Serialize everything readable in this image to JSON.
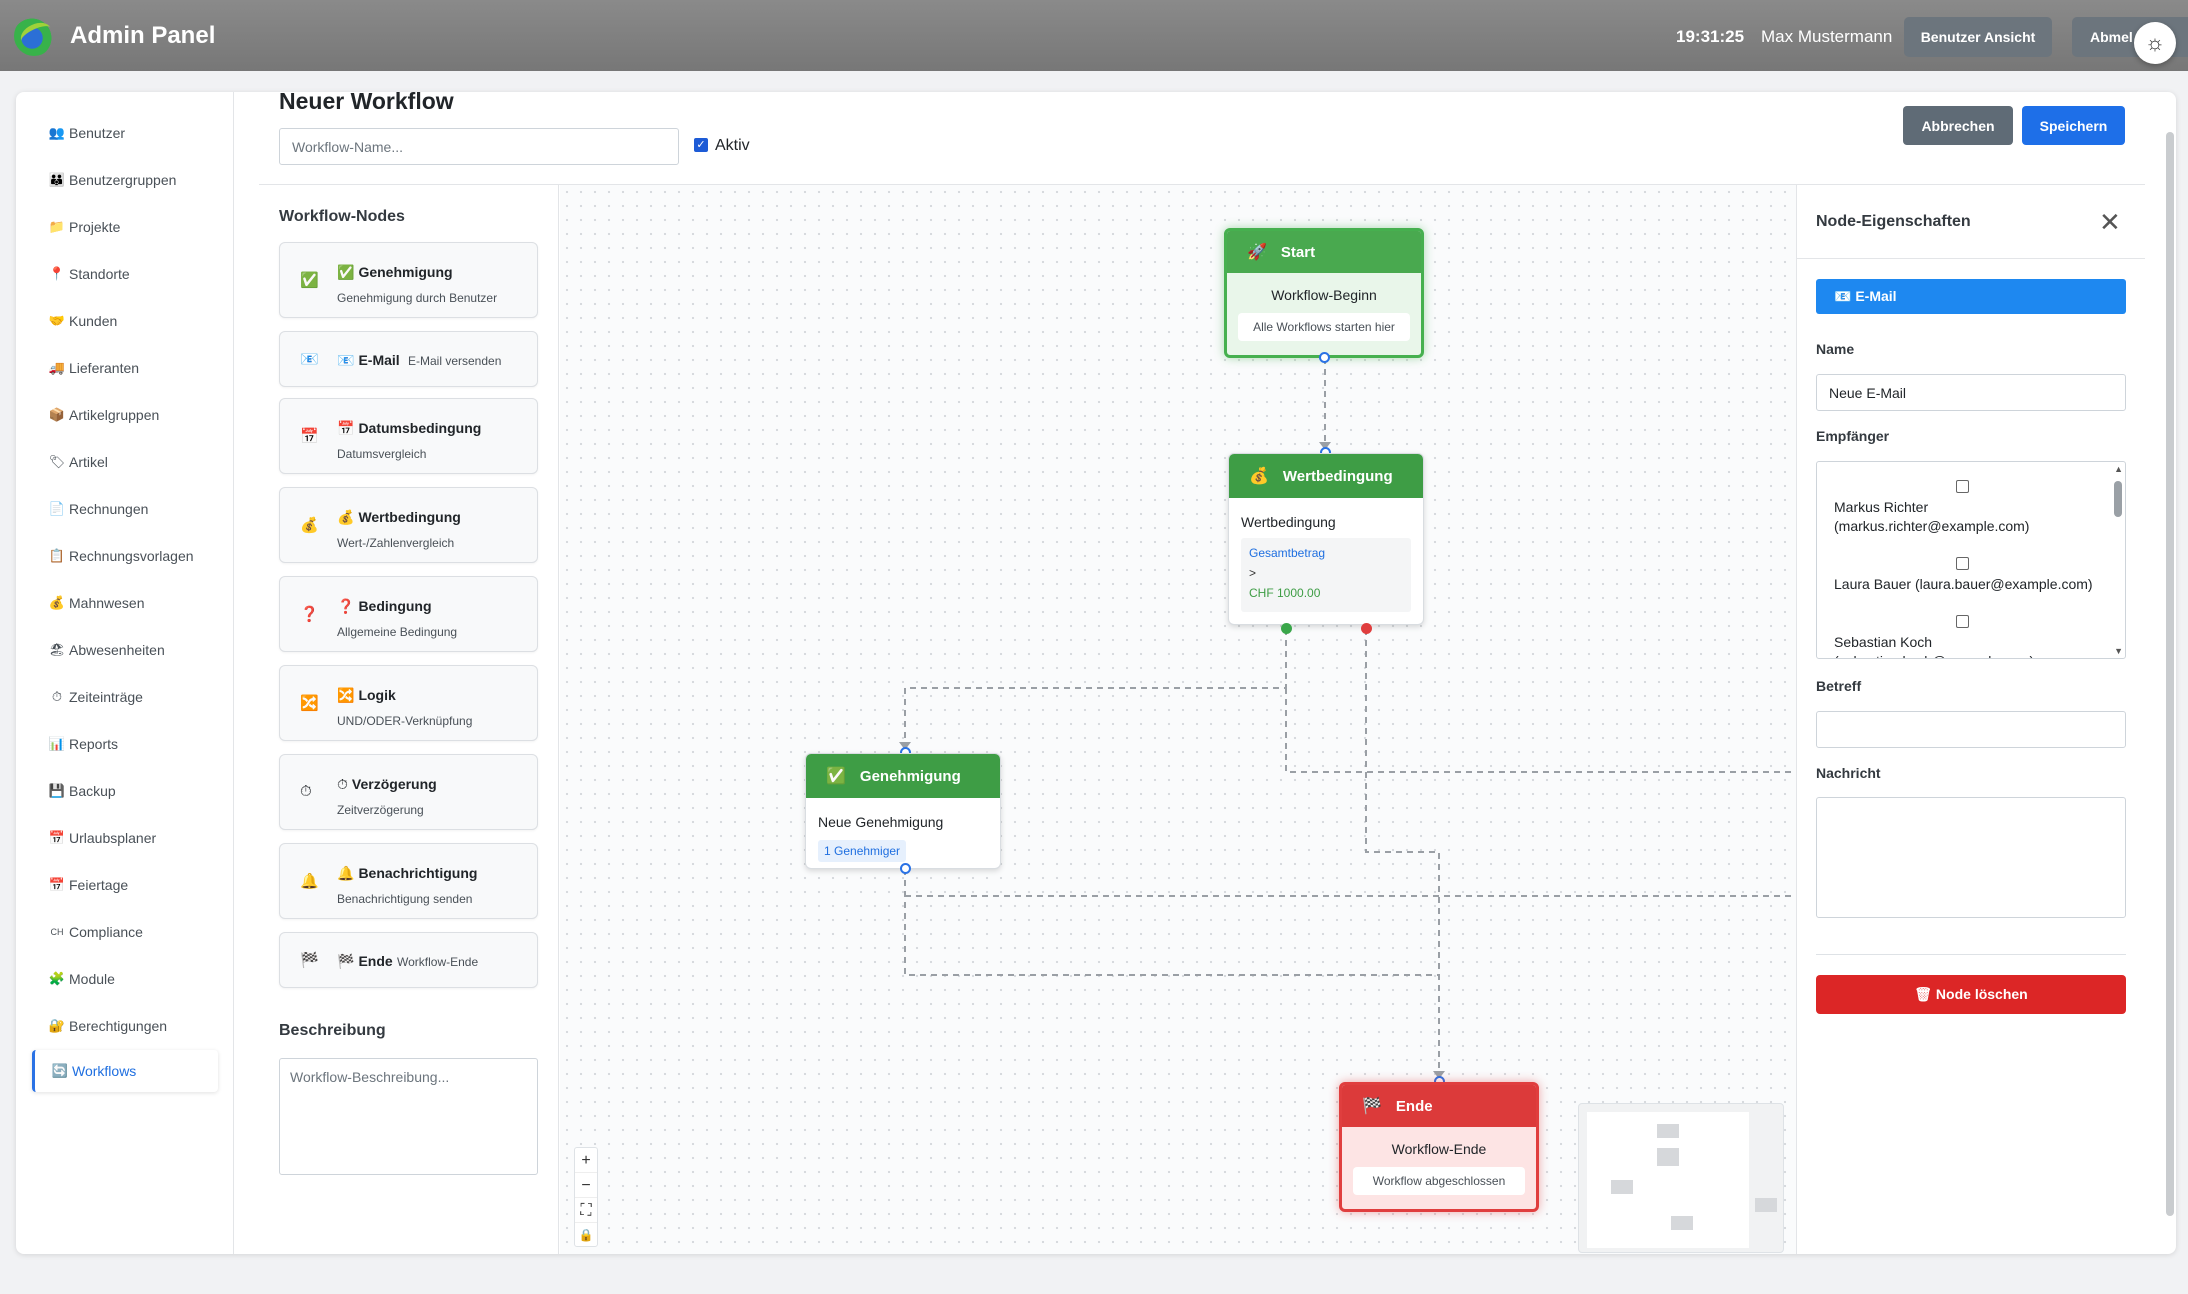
{
  "app": {
    "title": "Admin Panel",
    "clock": "19:31:25",
    "user": "Max Mustermann",
    "user_view_label": "Benutzer Ansicht",
    "logout_label": "Abmel"
  },
  "sidebar": {
    "items": [
      {
        "icon": "👥",
        "label": "Benutzer"
      },
      {
        "icon": "👪",
        "label": "Benutzergruppen"
      },
      {
        "icon": "📁",
        "label": "Projekte"
      },
      {
        "icon": "📍",
        "label": "Standorte"
      },
      {
        "icon": "🤝",
        "label": "Kunden"
      },
      {
        "icon": "🚚",
        "label": "Lieferanten"
      },
      {
        "icon": "📦",
        "label": "Artikelgruppen"
      },
      {
        "icon": "🏷",
        "label": "Artikel"
      },
      {
        "icon": "📄",
        "label": "Rechnungen"
      },
      {
        "icon": "📋",
        "label": "Rechnungsvorlagen"
      },
      {
        "icon": "💰",
        "label": "Mahnwesen"
      },
      {
        "icon": "🏖",
        "label": "Abwesenheiten"
      },
      {
        "icon": "⏱",
        "label": "Zeiteinträge"
      },
      {
        "icon": "📊",
        "label": "Reports"
      },
      {
        "icon": "💾",
        "label": "Backup"
      },
      {
        "icon": "📅",
        "label": "Urlaubsplaner"
      },
      {
        "icon": "📅",
        "label": "Feiertage"
      },
      {
        "icon": "CH",
        "label": "Compliance"
      },
      {
        "icon": "🧩",
        "label": "Module"
      },
      {
        "icon": "🔐",
        "label": "Berechtigungen"
      },
      {
        "icon": "🔄",
        "label": "Workflows"
      }
    ]
  },
  "header": {
    "title": "Neuer Workflow",
    "name_placeholder": "Workflow-Name...",
    "active_label": "Aktiv",
    "cancel_label": "Abbrechen",
    "save_label": "Speichern"
  },
  "palette": {
    "title": "Workflow-Nodes",
    "nodes": [
      {
        "icon": "✅",
        "title": "Genehmigung",
        "desc": "Genehmigung durch Benutzer"
      },
      {
        "icon": "📧",
        "title": "E-Mail",
        "desc": "E-Mail versenden"
      },
      {
        "icon": "📅",
        "title": "Datumsbedingung",
        "desc": "Datumsvergleich"
      },
      {
        "icon": "💰",
        "title": "Wertbedingung",
        "desc": "Wert-/Zahlenvergleich"
      },
      {
        "icon": "❓",
        "title": "Bedingung",
        "desc": "Allgemeine Bedingung"
      },
      {
        "icon": "🔀",
        "title": "Logik",
        "desc": "UND/ODER-Verknüpfung"
      },
      {
        "icon": "⏱",
        "title": "Verzögerung",
        "desc": "Zeitverzögerung"
      },
      {
        "icon": "🔔",
        "title": "Benachrichtigung",
        "desc": "Benachrichtigung senden"
      },
      {
        "icon": "🏁",
        "title": "Ende",
        "desc": "Workflow-Ende"
      }
    ],
    "desc_title": "Beschreibung",
    "desc_placeholder": "Workflow-Beschreibung..."
  },
  "canvas": {
    "start": {
      "icon": "🚀",
      "title": "Start",
      "subtitle": "Workflow-Beginn",
      "pill": "Alle Workflows starten hier"
    },
    "wert": {
      "icon": "💰",
      "title": "Wertbedingung",
      "label": "Wertbedingung",
      "field": "Gesamtbetrag",
      "op": ">",
      "value": "CHF 1000.00"
    },
    "gen": {
      "icon": "✅",
      "title": "Genehmigung",
      "label": "Neue Genehmigung",
      "badge": "1 Genehmiger"
    },
    "end": {
      "icon": "🏁",
      "title": "Ende",
      "subtitle": "Workflow-Ende",
      "pill": "Workflow abgeschlossen"
    },
    "zoom": [
      "+",
      "−",
      "⛶",
      "🔒"
    ]
  },
  "props": {
    "title": "Node-Eigenschaften",
    "type_badge": "📧 E-Mail",
    "name_label": "Name",
    "name_value": "Neue E-Mail",
    "recipients_label": "Empfänger",
    "recipients": [
      "Markus Richter (markus.richter@example.com)",
      "Laura Bauer (laura.bauer@example.com)",
      "Sebastian Koch (sebastian.koch@example.com)"
    ],
    "subject_label": "Betreff",
    "message_label": "Nachricht",
    "delete_label": "🗑 Node löschen"
  }
}
